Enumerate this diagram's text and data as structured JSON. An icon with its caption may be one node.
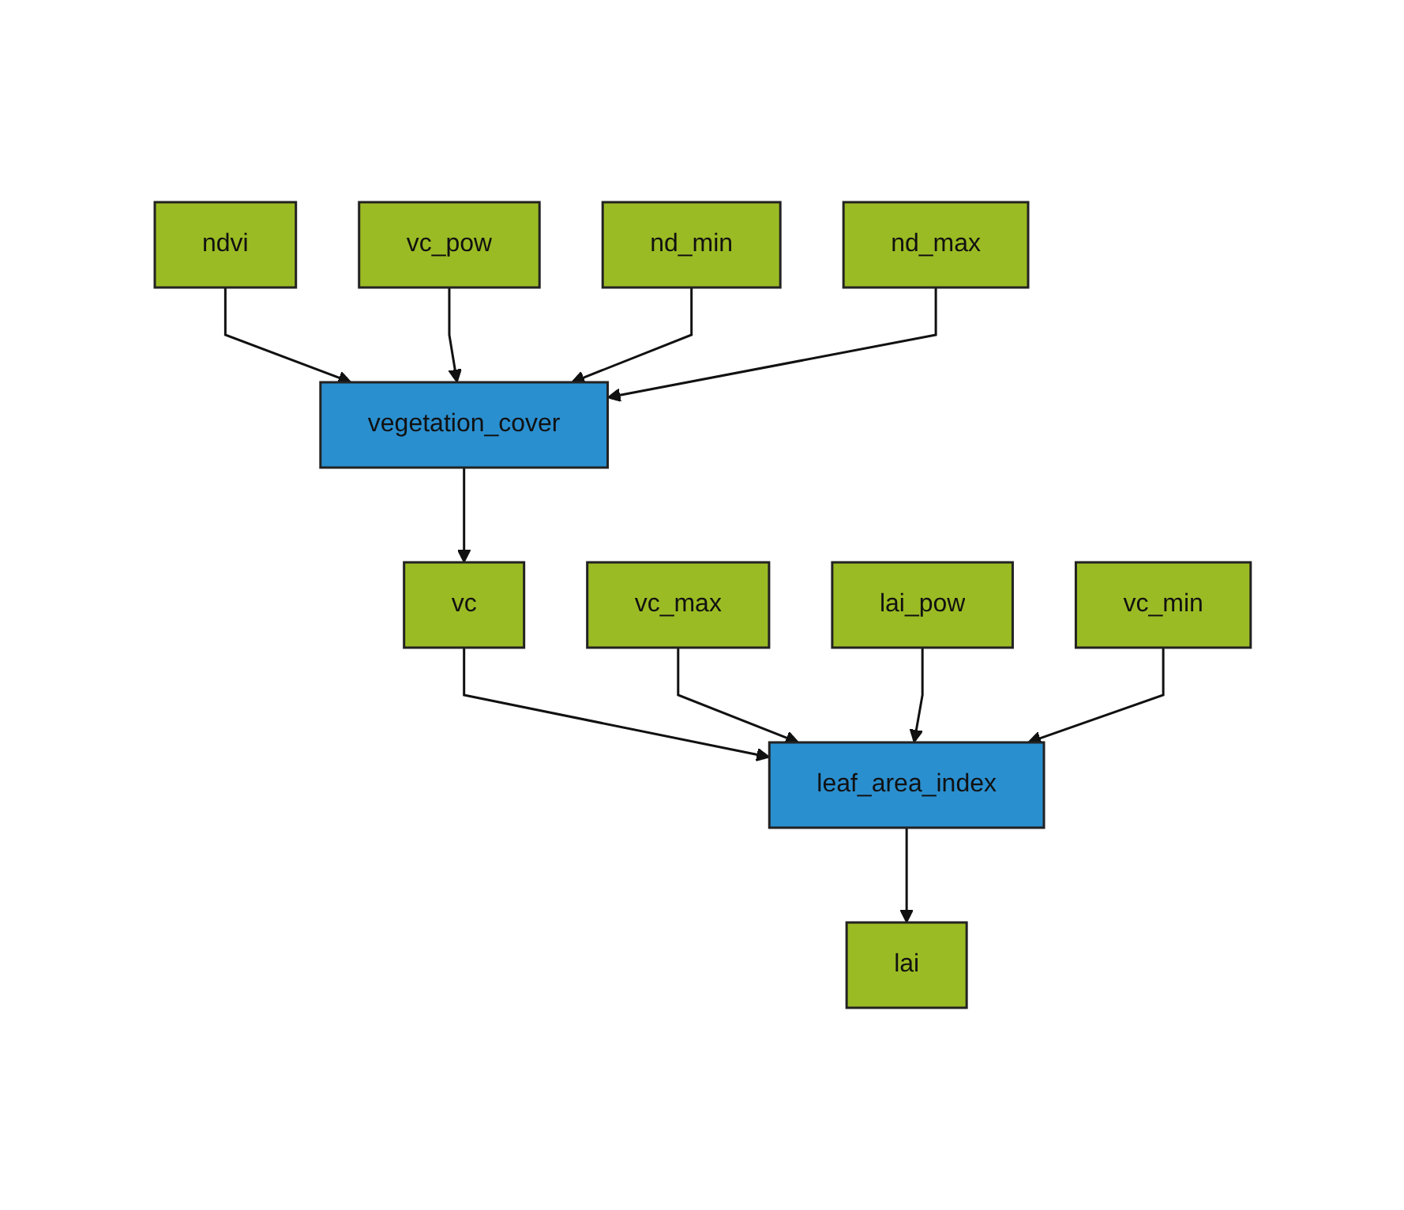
{
  "diagram": {
    "nodes": [
      {
        "text": [
          "ndvi"
        ]
      },
      {
        "text": [
          "vc_pow"
        ]
      },
      {
        "text": [
          "nd_min"
        ]
      },
      {
        "text": [
          "nd_max"
        ]
      },
      {
        "text": [
          "vegetation_cover"
        ]
      },
      {
        "text": [
          "vc"
        ]
      },
      {
        "text": [
          "vc_max"
        ]
      },
      {
        "text": [
          "lai_pow"
        ]
      },
      {
        "text": [
          "vc_min"
        ]
      },
      {
        "text": [
          "leaf_area_index"
        ]
      },
      {
        "text": [
          "lai"
        ]
      }
    ],
    "edges": [
      {
        "from": 0,
        "to": 4,
        "arrow": "to"
      },
      {
        "from": 1,
        "to": 4,
        "arrow": "to"
      },
      {
        "from": 2,
        "to": 4,
        "arrow": "to"
      },
      {
        "from": 3,
        "to": 4,
        "arrow": "to"
      },
      {
        "from": 4,
        "to": 5,
        "arrow": "to"
      },
      {
        "from": 5,
        "to": 9,
        "arrow": "to"
      },
      {
        "from": 6,
        "to": 9,
        "arrow": "to"
      },
      {
        "from": 7,
        "to": 9,
        "arrow": "to"
      },
      {
        "from": 8,
        "to": 9,
        "arrow": "to"
      },
      {
        "from": 9,
        "to": 10,
        "arrow": "to"
      }
    ]
  }
}
